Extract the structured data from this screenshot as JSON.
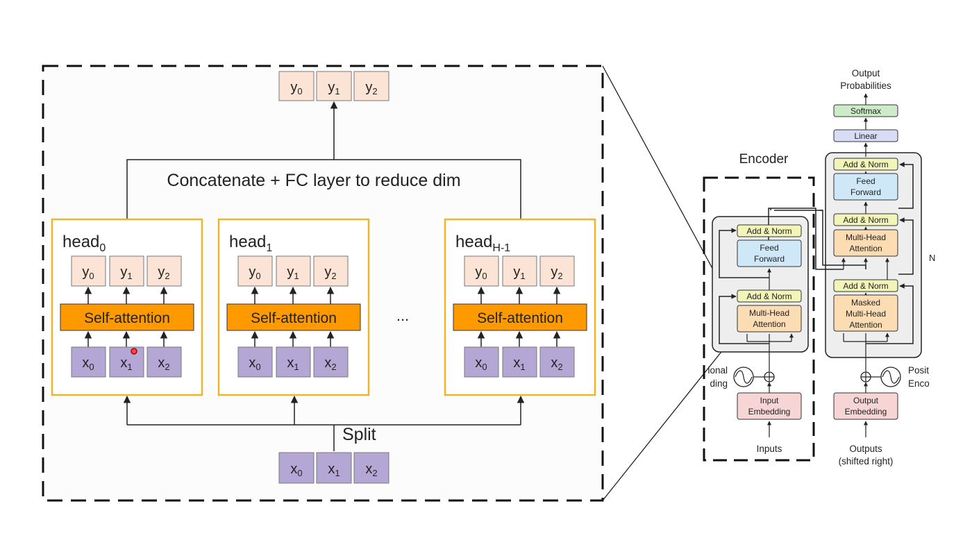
{
  "left_panel": {
    "output_tokens": {
      "y0": "y",
      "y1": "y",
      "y2": "y",
      "s0": "0",
      "s1": "1",
      "s2": "2"
    },
    "concat_label": "Concatenate + FC layer to reduce dim",
    "split_label": "Split",
    "ellipsis": "...",
    "input_tokens": {
      "x": "x",
      "s0": "0",
      "s1": "1",
      "s2": "2"
    },
    "heads": [
      {
        "name": "head",
        "sub": "0",
        "attention_label": "Self-attention"
      },
      {
        "name": "head",
        "sub": "1",
        "attention_label": "Self-attention"
      },
      {
        "name": "head",
        "sub": "H-1",
        "attention_label": "Self-attention"
      }
    ]
  },
  "right_panel": {
    "encoder_title": "Encoder",
    "output_probabilities_1": "Output",
    "output_probabilities_2": "Probabilities",
    "softmax": "Softmax",
    "linear": "Linear",
    "add_norm": "Add & Norm",
    "feed_1": "Feed",
    "feed_2": "Forward",
    "mha_1": "Multi-Head",
    "mha_2": "Attention",
    "masked_1": "Masked",
    "masked_2": "Multi-Head",
    "masked_3": "Attention",
    "input_emb_1": "Input",
    "input_emb_2": "Embedding",
    "output_emb_1": "Output",
    "output_emb_2": "Embedding",
    "inputs": "Inputs",
    "outputs_1": "Outputs",
    "outputs_2": "(shifted right)",
    "pos_left_1": "ional",
    "pos_left_2": "ding",
    "pos_right_1": "Posit",
    "pos_right_2": "Enco",
    "edge_char": "N"
  },
  "colors": {
    "token_y": "#fbe4d5",
    "token_x": "#b4a7d6",
    "self_attention": "#ff9900",
    "head_border": "#f0b429",
    "add_norm": "#f2f4b8",
    "feed_forward": "#cfe8f8",
    "attention": "#fbdcb3",
    "embedding": "#f7d5d5",
    "softmax": "#cdebc8",
    "linear": "#d9dcf5",
    "block_bg": "#eeeeef"
  }
}
